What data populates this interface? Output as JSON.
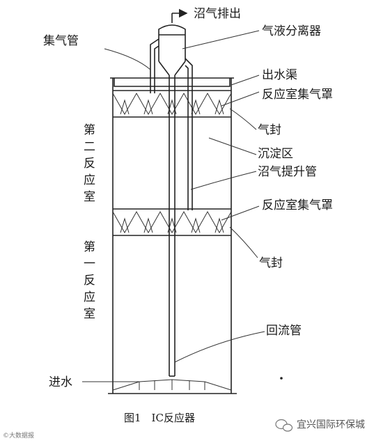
{
  "labels": {
    "biogas_outlet": "沼气排出",
    "gas_collect_pipe": "集气管",
    "gas_liquid_separator": "气液分离器",
    "effluent_channel": "出水渠",
    "gas_hood_upper": "反应室集气罩",
    "gas_seal_upper": "气封",
    "settling_zone": "沉淀区",
    "biogas_riser": "沼气提升管",
    "gas_hood_lower": "反应室集气罩",
    "gas_seal_lower": "气封",
    "return_pipe": "回流管",
    "influent": "进水"
  },
  "chambers": {
    "second": [
      "第",
      "二",
      "反",
      "应",
      "室"
    ],
    "first": [
      "第",
      "一",
      "反",
      "应",
      "室"
    ]
  },
  "caption": "图1　IC反应器",
  "watermark_left": "©大数据报",
  "watermark_right": "宜兴国际环保城",
  "watermark_icon": "wechat-icon"
}
